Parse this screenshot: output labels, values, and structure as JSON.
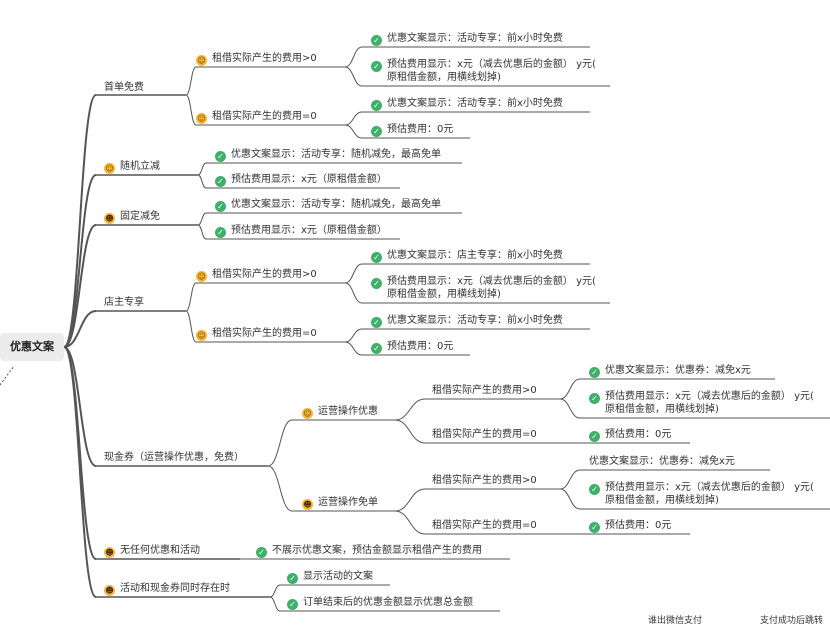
{
  "root": "优惠文案",
  "n1": "首单免费",
  "n1a": "租借实际产生的费用>0",
  "n1a1": "优惠文案显示：活动专享：前x小时免费",
  "n1a2_l1": "预估费用显示：x元（减去优惠后的金额） y元(",
  "n1a2_l2": "原租借金额，用横线划掉)",
  "n1b": "租借实际产生的费用=0",
  "n1b1": "优惠文案显示：活动专享：前x小时免费",
  "n1b2": "预估费用：0元",
  "n2": "随机立减",
  "n2a": "优惠文案显示：活动专享：随机减免，最高免单",
  "n2b": "预估费用显示：x元（原租借金额）",
  "n3": "固定减免",
  "n3a": "优惠文案显示：活动专享：随机减免，最高免单",
  "n3b": "预估费用显示：x元（原租借金额）",
  "n4": "店主专享",
  "n4a": "租借实际产生的费用>0",
  "n4a1": "优惠文案显示：店主专享：前x小时免费",
  "n4a2_l1": "预估费用显示：x元（减去优惠后的金额） y元(",
  "n4a2_l2": "原租借金额，用横线划掉)",
  "n4b": "租借实际产生的费用=0",
  "n4b1": "优惠文案显示：活动专享：前x小时免费",
  "n4b2": "预估费用：0元",
  "n5": "现金券（运营操作优惠，免费）",
  "n5a": "运营操作优惠",
  "n5a1": "租借实际产生的费用>0",
  "n5a1a": "优惠文案显示：优惠券：减免x元",
  "n5a1b_l1": "预估费用显示：x元（减去优惠后的金额） y元(",
  "n5a1b_l2": "原租借金额，用横线划掉)",
  "n5a2": "租借实际产生的费用=0",
  "n5a2a": "预估费用：0元",
  "n5b": "运营操作免单",
  "n5b1": "租借实际产生的费用>0",
  "n5b1a": "优惠文案显示：优惠券：减免x元",
  "n5b1b_l1": "预估费用显示：x元（减去优惠后的金额） y元(",
  "n5b1b_l2": "原租借金额，用横线划掉)",
  "n5b2": "租借实际产生的费用=0",
  "n5b2a": "预估费用：0元",
  "n6": "无任何优惠和活动",
  "n6a": "不展示优惠文案，预估金额显示租借产生的费用",
  "n7": "活动和现金券同时存在时",
  "n7a": "显示活动的文案",
  "n7b": "订单结束后的优惠金额显示优惠总金额",
  "footer_a": "谁出微信支付",
  "footer_b": "支付成功后跳转",
  "colors": {
    "line": "#555555",
    "check": "#3fb06a",
    "emoji": "#f4b63a",
    "root_bg": "#ececec"
  }
}
